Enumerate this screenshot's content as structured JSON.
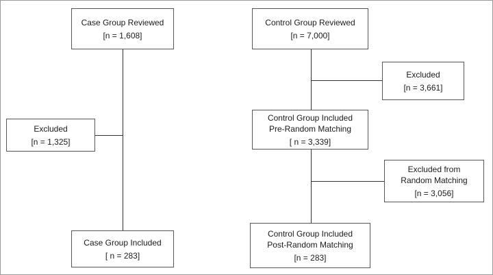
{
  "diagram": {
    "case_reviewed": {
      "title": "Case Group Reviewed",
      "n": "[n = 1,608]"
    },
    "case_excluded": {
      "title": "Excluded",
      "n": "[n = 1,325]"
    },
    "case_included": {
      "title": "Case Group Included",
      "n": "[ n = 283]"
    },
    "control_reviewed": {
      "title": "Control Group Reviewed",
      "n": "[n = 7,000]"
    },
    "control_excluded": {
      "title": "Excluded",
      "n": "[n = 3,661]"
    },
    "control_pre_match": {
      "title_line1": "Control Group Included",
      "title_line2": "Pre-Random Matching",
      "n": "[ n = 3,339]"
    },
    "control_excluded_matching": {
      "title_line1": "Excluded from",
      "title_line2": "Random Matching",
      "n": "[n = 3,056]"
    },
    "control_post_match": {
      "title_line1": "Control Group Included",
      "title_line2": "Post-Random Matching",
      "n": "[n = 283]"
    }
  }
}
